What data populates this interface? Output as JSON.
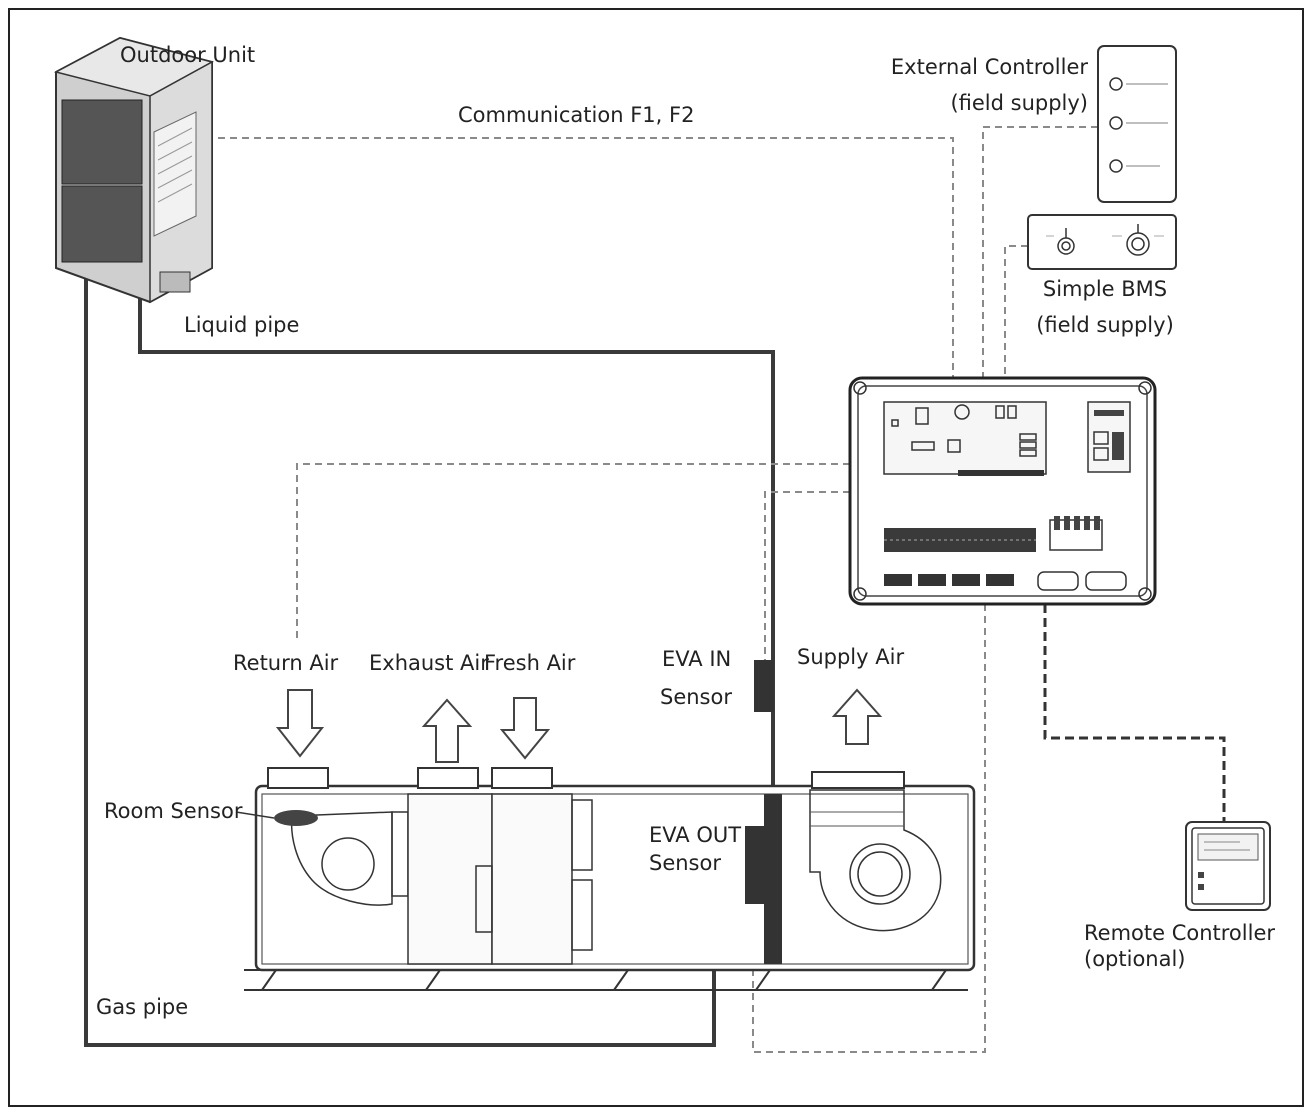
{
  "labels": {
    "outdoor_unit": "Outdoor Unit",
    "communication": "Communication F1, F2",
    "external_controller": "External Controller",
    "external_controller_supply": "(field supply)",
    "simple_bms": "Simple BMS",
    "simple_bms_supply": "(field supply)",
    "liquid_pipe": "Liquid pipe",
    "return_air": "Return Air",
    "exhaust_air": "Exhaust Air",
    "fresh_air": "Fresh Air",
    "eva_in_sensor_1": "EVA IN",
    "eva_in_sensor_2": "Sensor",
    "supply_air": "Supply Air",
    "room_sensor": "Room Sensor",
    "eva_out_sensor_1": "EVA OUT",
    "eva_out_sensor_2": "Sensor",
    "remote_controller": "Remote Controller",
    "remote_controller_optional": "(optional)",
    "gas_pipe": "Gas pipe"
  },
  "colors": {
    "pipe": "#3a3a3a",
    "wire": "#8a8a8a",
    "outline": "#333333"
  }
}
